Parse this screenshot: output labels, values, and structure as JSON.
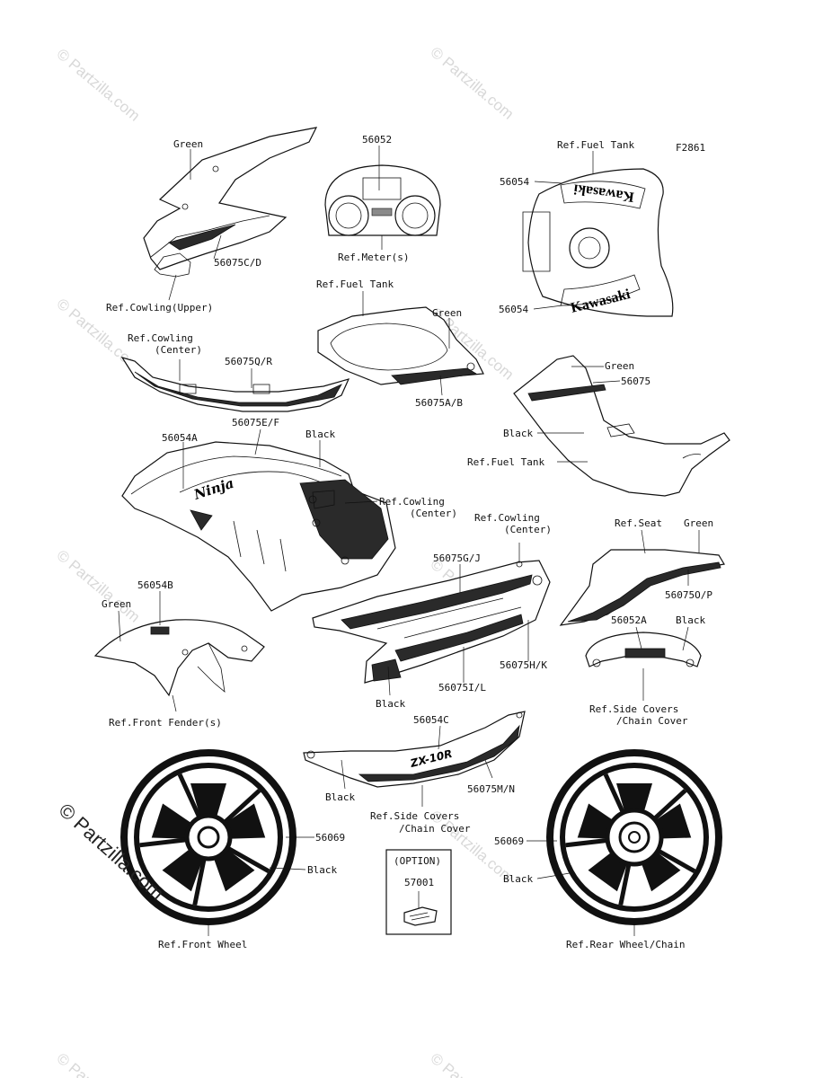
{
  "figure_code": "F2861",
  "watermark": "© Partzilla.com",
  "labels": {
    "c_green": "Green",
    "c_56075cd": "56075C/D",
    "c_ref_cowl_upper": "Ref.Cowling(Upper)",
    "m_56052": "56052",
    "m_ref_meter": "Ref.Meter(s)",
    "t_ref_fuel": "Ref.Fuel Tank",
    "t_56054a": "56054",
    "t_56054b": "56054",
    "u_ref_fuel": "Ref.Fuel Tank",
    "u_green": "Green",
    "u_56075ab": "56075A/B",
    "l_ref_cowl_center": "Ref.Cowling",
    "l_ref_cowl_center2": "(Center)",
    "l_56075qr": "56075Q/R",
    "s_green": "Green",
    "s_56075": "56075",
    "s_black": "Black",
    "s_ref_fuel": "Ref.Fuel Tank",
    "f_56054a": "56054A",
    "f_56075ef": "56075E/F",
    "f_black": "Black",
    "f_ref_cowl": "Ref.Cowling",
    "f_ref_cowl2": "(Center)",
    "b_ref_cowl": "Ref.Cowling",
    "b_ref_cowl2": "(Center)",
    "b_56075gj": "56075G/J",
    "b_56075hk": "56075H/K",
    "b_56075il": "56075I/L",
    "b_black": "Black",
    "r_ref_seat": "Ref.Seat",
    "r_green": "Green",
    "r_56075op": "56075O/P",
    "r_56052a": "56052A",
    "r_black": "Black",
    "r_ref_side": "Ref.Side Covers",
    "r_ref_side2": "/Chain Cover",
    "ff_56054b": "56054B",
    "ff_green": "Green",
    "ff_ref_fender": "Ref.Front Fender(s)",
    "sc_56054c": "56054C",
    "sc_56075mn": "56075M/N",
    "sc_black": "Black",
    "sc_ref_side": "Ref.Side Covers",
    "sc_ref_side2": "/Chain Cover",
    "opt_title": "(OPTION)",
    "opt_part": "57001",
    "w_56069a": "56069",
    "w_black_a": "Black",
    "w_ref_front": "Ref.Front Wheel",
    "w_56069b": "56069",
    "w_black_b": "Black",
    "w_ref_rear": "Ref.Rear Wheel/Chain"
  },
  "decal_text": {
    "kawasaki_top": "Kawasaki",
    "kawasaki_bottom": "Kawasaki",
    "ninja": "Ninja",
    "zx10r": "ZX-10R"
  }
}
